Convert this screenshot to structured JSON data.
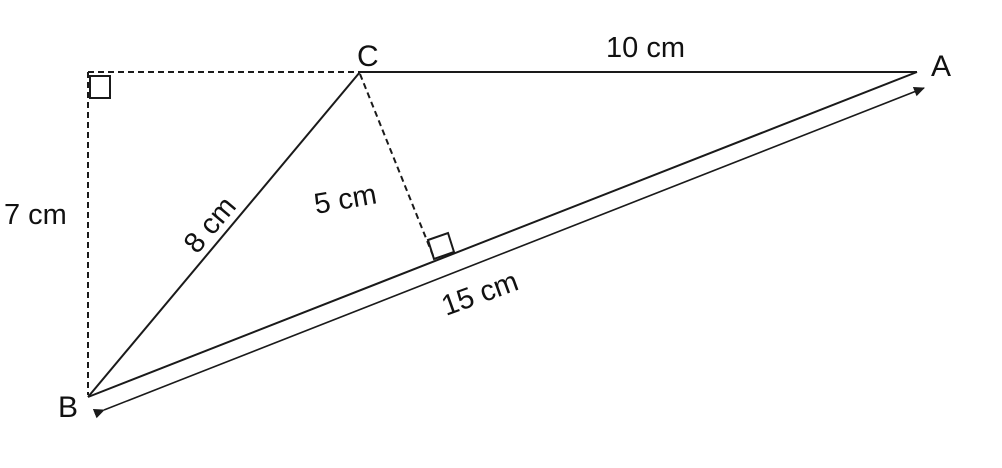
{
  "diagram": {
    "vertices": {
      "a": "A",
      "b": "B",
      "c": "C"
    },
    "labels": {
      "ca": "10 cm",
      "bc": "8 cm",
      "height_from_c": "5 cm",
      "vertical_side": "7 cm",
      "ab": "15 cm"
    },
    "colors": {
      "ink": "#1a1a1a",
      "background": "#ffffff"
    }
  }
}
